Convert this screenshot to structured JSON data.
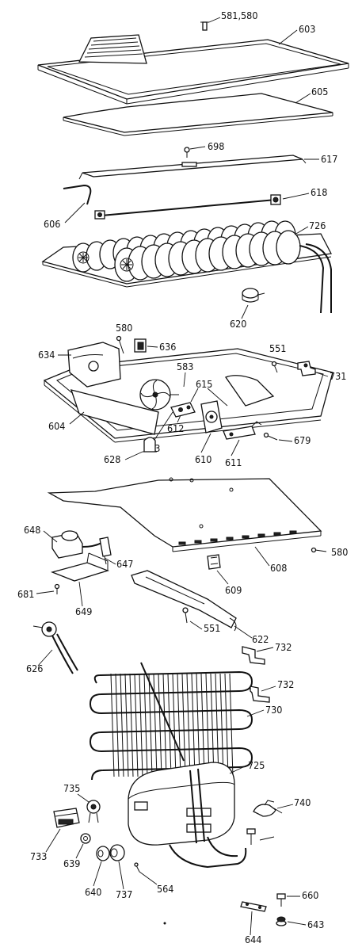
{
  "labels": {
    "p581_580": "581,580",
    "p603": "603",
    "p605": "605",
    "p698": "698",
    "p617": "617",
    "p618": "618",
    "p606": "606",
    "p726": "726",
    "p620": "620",
    "p580a": "580",
    "p636": "636",
    "p634": "634",
    "p551a": "551",
    "p731": "731",
    "p583": "583",
    "p615": "615",
    "p604": "604",
    "p612": "612",
    "p613": "613",
    "p610": "610",
    "p611": "611",
    "p679": "679",
    "p628": "628",
    "p648": "648",
    "p580b": "580",
    "p608": "608",
    "p647": "647",
    "p609": "609",
    "p681": "681",
    "p649": "649",
    "p551b": "551",
    "p622": "622",
    "p732a": "732",
    "p626": "626",
    "p732b": "732",
    "p730": "730",
    "p725": "725",
    "p735": "735",
    "p740": "740",
    "p733": "733",
    "p639": "639",
    "p640": "640",
    "p737": "737",
    "p564": "564",
    "p660": "660",
    "p644": "644",
    "p643": "643"
  }
}
